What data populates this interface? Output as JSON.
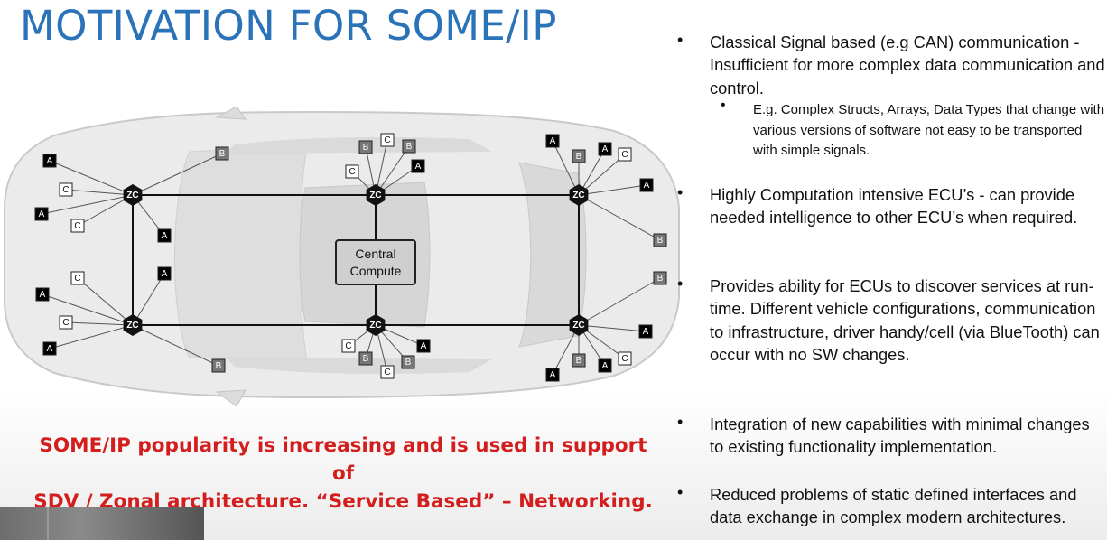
{
  "slide": {
    "title": "MOTIVATION FOR SOME/IP",
    "note": {
      "line1": "SOME/IP popularity is increasing and is used in support of",
      "line2": "SDV / Zonal architecture. “Service Based” – Networking."
    }
  },
  "diagram": {
    "central_compute": [
      "Central",
      "Compute"
    ],
    "zc_label": "ZC",
    "letters": {
      "A": "A",
      "B": "B",
      "C": "C"
    },
    "colors": {
      "A": "#000000",
      "B": "#777777",
      "C": "#ffffff",
      "zc": "#111111",
      "car": "#e9e9e9"
    }
  },
  "bullets": [
    {
      "text": "Classical Signal based (e.g CAN) communication - Insufficient for more complex data communication and control."
    },
    {
      "text": "E.g. Complex Structs, Arrays, Data Types that change with various versions of software not easy to be transported with simple signals.",
      "sub": true
    },
    {
      "text": "Highly Computation intensive ECU’s -  can provide needed intelligence to other ECU’s when required."
    },
    {
      "text": "Provides ability for ECUs to discover services at run-time. Different vehicle configurations, communication to infrastructure, driver handy/cell (via BlueTooth) can occur with no SW changes."
    },
    {
      "text": "Integration of new capabilities with minimal changes to existing functionality implementation."
    },
    {
      "text": "Reduced problems of static defined interfaces and data exchange in complex modern architectures."
    }
  ]
}
